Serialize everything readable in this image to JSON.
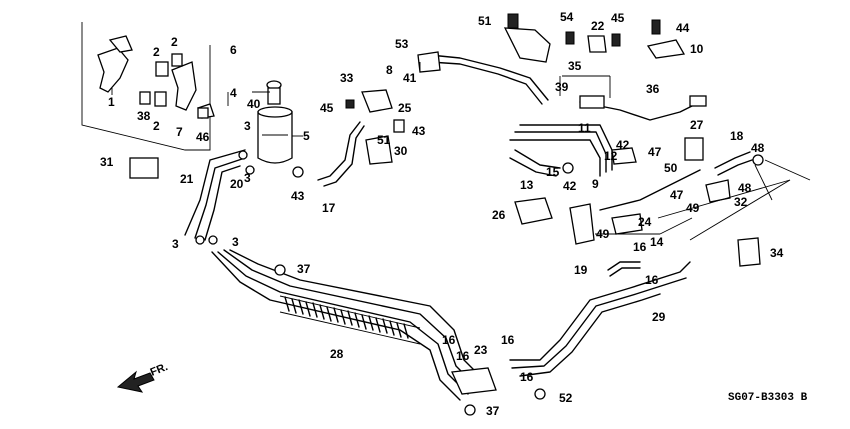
{
  "diagram_code": "SG07-B3303 B",
  "front_indicator": "FR.",
  "callouts": [
    "1",
    "2",
    "2",
    "2",
    "3",
    "3",
    "3",
    "3",
    "4",
    "5",
    "6",
    "7",
    "8",
    "9",
    "10",
    "11",
    "12",
    "13",
    "14",
    "15",
    "16",
    "16",
    "16",
    "16",
    "16",
    "16",
    "17",
    "18",
    "19",
    "20",
    "21",
    "22",
    "23",
    "24",
    "25",
    "26",
    "27",
    "28",
    "29",
    "30",
    "31",
    "32",
    "33",
    "34",
    "35",
    "36",
    "37",
    "37",
    "38",
    "39",
    "40",
    "41",
    "42",
    "42",
    "43",
    "43",
    "44",
    "45",
    "45",
    "46",
    "47",
    "47",
    "48",
    "48",
    "49",
    "49",
    "50",
    "51",
    "51",
    "52",
    "53",
    "54"
  ]
}
